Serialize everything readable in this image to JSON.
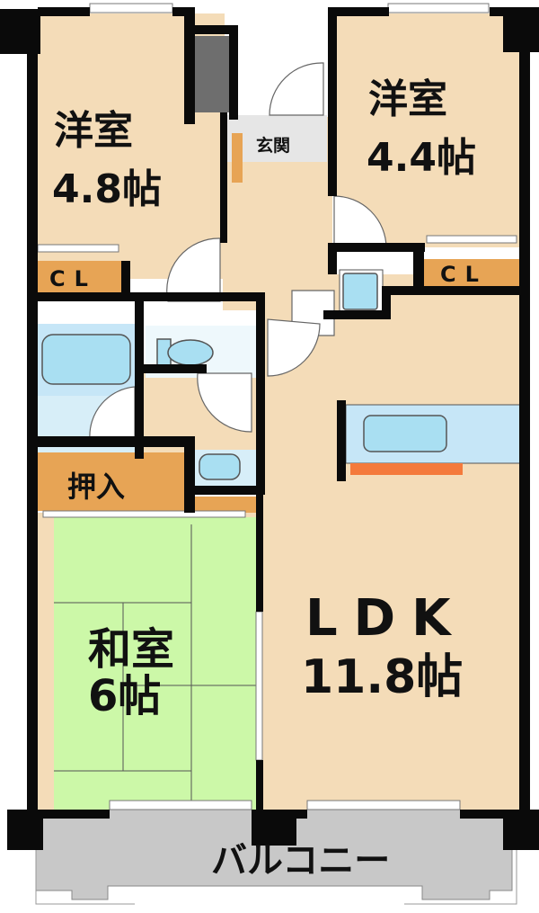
{
  "rooms": {
    "western_room_1": {
      "name": "洋室",
      "size": "4.8帖"
    },
    "western_room_2": {
      "name": "洋室",
      "size": "4.4帖"
    },
    "entrance": {
      "name": "玄関"
    },
    "closet_1": {
      "name": "CL"
    },
    "closet_2": {
      "name": "CL"
    },
    "oshiire": {
      "name": "押入"
    },
    "japanese_room": {
      "name": "和室",
      "size": "6帖"
    },
    "ldk": {
      "name": "LDK",
      "size": "11.8帖"
    },
    "balcony": {
      "name": "バルコニー"
    }
  },
  "colors": {
    "floor": "#f4dcb8",
    "closet": "#e7a455",
    "tatami": "#ccf8a8",
    "wet_area": "#d7eef8",
    "fixture": "#a9dff2",
    "balcony": "#c8c8c8",
    "shaft": "#6e6e6e",
    "counter_strip": "#f47a3c"
  }
}
